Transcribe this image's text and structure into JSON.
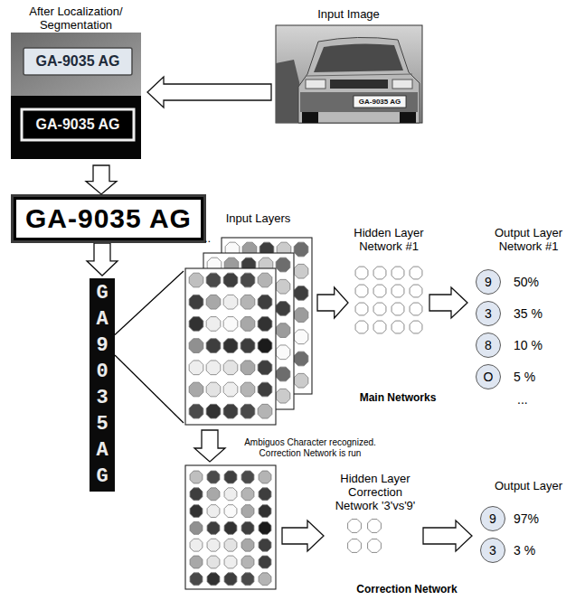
{
  "diagram": {
    "nodes": [
      {
        "text": [
          "After Localization/ Segmentation"
        ]
      },
      {
        "text": [
          "Input Image"
        ]
      },
      {
        "text": [
          "GA-9035 AG"
        ]
      },
      {
        "text": [
          "G A 9 0 3 5 A G"
        ]
      },
      {
        "text": [
          "Input Layers"
        ]
      },
      {
        "text": [
          "Hidden Layer Network #1"
        ]
      },
      {
        "text": [
          "Output Layer Network #1"
        ]
      },
      {
        "text": [
          "9"
        ],
        "in": 6
      },
      {
        "text": [
          "3"
        ],
        "in": 6
      },
      {
        "text": [
          "8"
        ],
        "in": 6
      },
      {
        "text": [
          "O"
        ],
        "in": 6
      },
      {
        "text": [
          "Hidden Layer Correction Network '3'vs'9'"
        ]
      },
      {
        "text": [
          "Output Layer"
        ]
      },
      {
        "text": [
          "9"
        ],
        "in": 12
      },
      {
        "text": [
          "3"
        ],
        "in": 12
      }
    ],
    "edges": [
      {
        "from": 1,
        "to": 0,
        "arrow": "to"
      },
      {
        "from": 0,
        "to": 2,
        "arrow": "to"
      },
      {
        "from": 2,
        "to": 3,
        "arrow": "to"
      },
      {
        "from": 3,
        "to": 4,
        "arrow": "none"
      },
      {
        "from": 4,
        "to": 5,
        "arrow": "to"
      },
      {
        "from": 5,
        "to": 6,
        "arrow": "to"
      },
      {
        "from": 11,
        "to": 12,
        "arrow": "to"
      }
    ],
    "labels": [
      "GA-9035 AG",
      "GA-9035 AG",
      "GA-9035 AG",
      "..",
      "50%",
      "35 %",
      "10 %",
      "5 %",
      "...",
      "Main Networks",
      "Ambiguos Character recognized. Correction Network is run",
      "97%",
      "3 %",
      "Correction Network"
    ]
  }
}
